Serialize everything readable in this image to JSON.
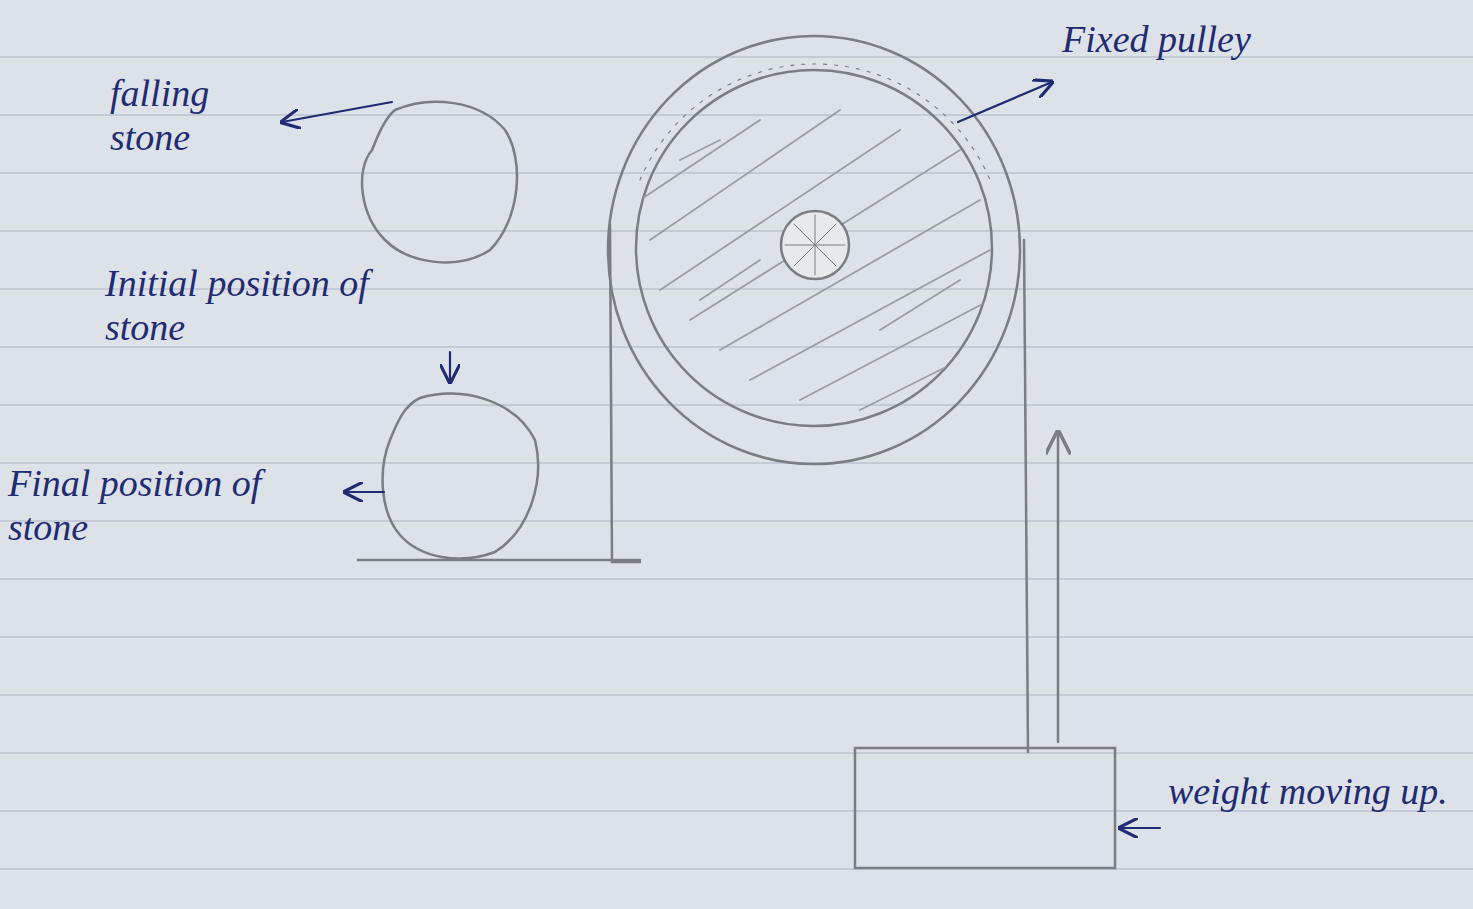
{
  "diagram": {
    "labels": [
      "falling stone",
      "Initial position of stone",
      "Final position of stone",
      "Fixed pulley",
      "weight moving up."
    ]
  }
}
